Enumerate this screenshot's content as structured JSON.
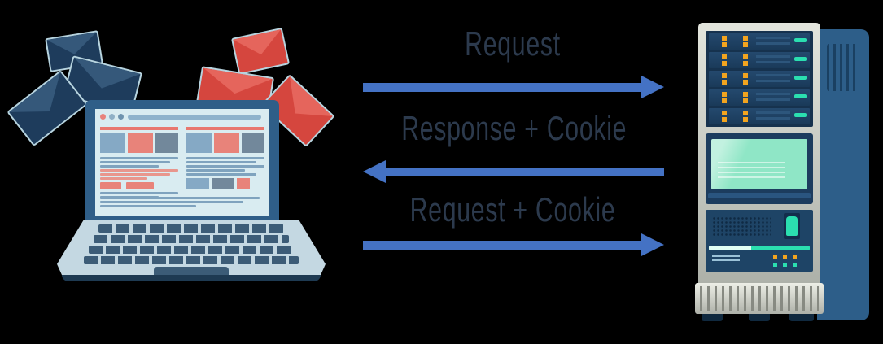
{
  "diagram": {
    "flows": [
      {
        "label": "Request",
        "direction": "right"
      },
      {
        "label": "Response + Cookie",
        "direction": "left"
      },
      {
        "label": "Request + Cookie",
        "direction": "right"
      }
    ]
  },
  "entities": {
    "client": {
      "name": "client-laptop",
      "description": "laptop showing webpage with red and navy email envelopes"
    },
    "server": {
      "name": "server-rack",
      "description": "server tower with rack units, teal monitor and status LEDs"
    }
  },
  "colors": {
    "background": "#000000",
    "arrow": "#4472C4",
    "label_text": "#2C3A4D",
    "envelope_navy": "#1E3C5C",
    "envelope_red": "#D5463E",
    "laptop_frame": "#2F5E88",
    "laptop_base": "#C4D8E2",
    "screen_bg": "#D9ECF1",
    "key": "#3C5C77",
    "server_panel": "#2D5E89",
    "server_dark": "#16324E",
    "screen_teal": "#8FE6C6",
    "led_orange": "#F2A41F",
    "led_teal": "#2BDFB0"
  }
}
